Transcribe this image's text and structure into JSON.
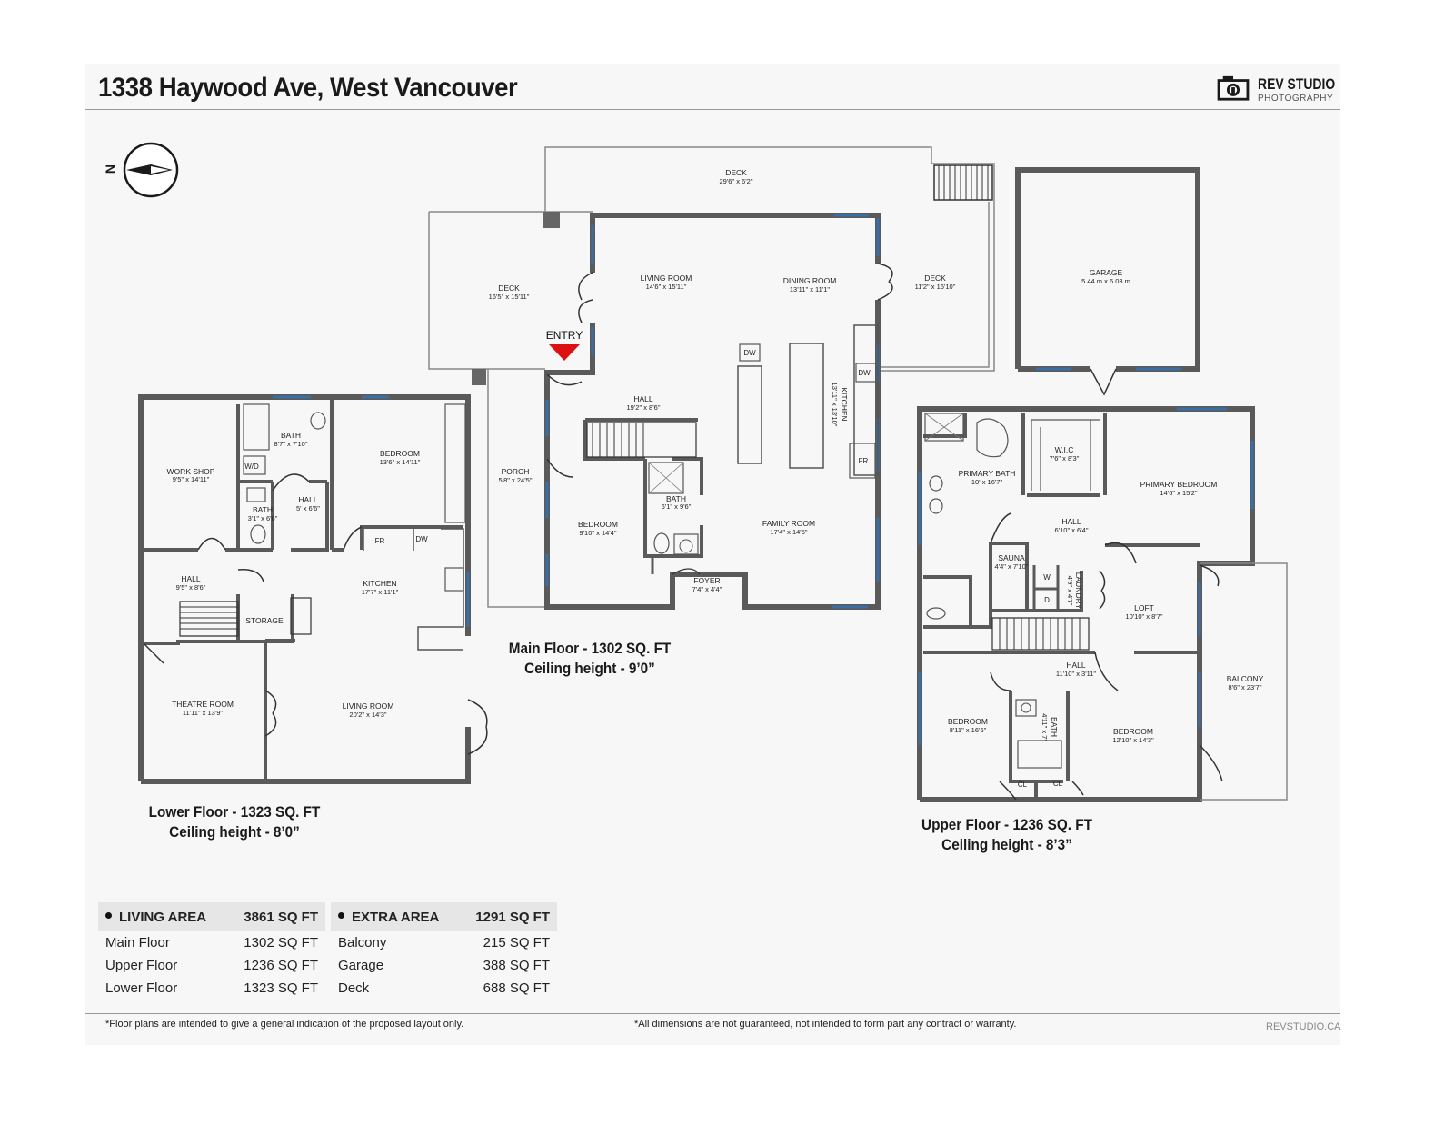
{
  "header": {
    "address": "1338 Haywood Ave, West Vancouver",
    "brand": "REV STUDIO",
    "brand_sub": "PHOTOGRAPHY"
  },
  "compass": {
    "label": "N"
  },
  "entry_label": "ENTRY",
  "floors": {
    "main": {
      "caption_area": "Main Floor - 1302 SQ. FT",
      "caption_ceiling": "Ceiling height - 9’0”",
      "rooms": [
        {
          "name": "DECK",
          "dim": "29'6\" x 6'2\""
        },
        {
          "name": "DECK",
          "dim": "16'5\" x 15'11\""
        },
        {
          "name": "LIVING ROOM",
          "dim": "14'6\" x 15'11\""
        },
        {
          "name": "DINING ROOM",
          "dim": "13'11\" x 11'1\""
        },
        {
          "name": "DECK",
          "dim": "11'2\" x 16'10\""
        },
        {
          "name": "HALL",
          "dim": "19'2\" x 8'6\""
        },
        {
          "name": "PORCH",
          "dim": "5'8\" x 24'5\""
        },
        {
          "name": "BATH",
          "dim": "6'1\" x 9'6\""
        },
        {
          "name": "BEDROOM",
          "dim": "9'10\" x 14'4\""
        },
        {
          "name": "FAMILY ROOM",
          "dim": "17'4\" x 14'5\""
        },
        {
          "name": "FOYER",
          "dim": "7'4\" x 4'4\""
        },
        {
          "name": "KITCHEN",
          "dim": "13'11\" x 13'10\""
        },
        {
          "name": "GARAGE",
          "dim": "5.44 m x 6.03 m"
        }
      ]
    },
    "lower": {
      "caption_area": "Lower Floor - 1323 SQ. FT",
      "caption_ceiling": "Ceiling height - 8’0”",
      "rooms": [
        {
          "name": "WORK SHOP",
          "dim": "9'5\" x 14'11\""
        },
        {
          "name": "BATH",
          "dim": "8'7\" x 7'10\""
        },
        {
          "name": "BEDROOM",
          "dim": "13'6\" x 14'11\""
        },
        {
          "name": "BATH",
          "dim": "3'1\" x 6'6\""
        },
        {
          "name": "HALL",
          "dim": "5' x 6'6\""
        },
        {
          "name": "HALL",
          "dim": "9'5\" x 8'6\""
        },
        {
          "name": "KITCHEN",
          "dim": "17'7\" x 11'1\""
        },
        {
          "name": "STORAGE",
          "dim": ""
        },
        {
          "name": "THEATRE ROOM",
          "dim": "11'11\" x 13'9\""
        },
        {
          "name": "LIVING ROOM",
          "dim": "20'2\" x 14'3\""
        }
      ]
    },
    "upper": {
      "caption_area": "Upper Floor - 1236  SQ. FT",
      "caption_ceiling": "Ceiling height - 8’3”",
      "rooms": [
        {
          "name": "W.I.C",
          "dim": "7'6\" x 8'3\""
        },
        {
          "name": "PRIMARY BATH",
          "dim": "10' x 16'7\""
        },
        {
          "name": "PRIMARY BEDROOM",
          "dim": "14'6\" x 15'2\""
        },
        {
          "name": "HALL",
          "dim": "6'10\" x 6'4\""
        },
        {
          "name": "SAUNA",
          "dim": "4'4\" x 7'10\""
        },
        {
          "name": "LAUNDRY",
          "dim": "4'9\" x 4'7\""
        },
        {
          "name": "LOFT",
          "dim": "10'10\" x 8'7\""
        },
        {
          "name": "HALL",
          "dim": "11'10\" x 3'11\""
        },
        {
          "name": "BALCONY",
          "dim": "8'6\" x 23'7\""
        },
        {
          "name": "BEDROOM",
          "dim": "8'11\" x 16'6\""
        },
        {
          "name": "BATH",
          "dim": "4'11\" x 7'"
        },
        {
          "name": "BEDROOM",
          "dim": "12'10\" x 14'3\""
        }
      ]
    }
  },
  "fixtures": {
    "dw": "DW",
    "fr": "FR",
    "wd": "W/D",
    "w": "W",
    "d": "D",
    "cl": "CL"
  },
  "living_area": {
    "heading": "LIVING AREA",
    "total": "3861 SQ FT",
    "rows": [
      {
        "label": "Main Floor",
        "value": "1302 SQ FT"
      },
      {
        "label": "Upper Floor",
        "value": "1236 SQ FT"
      },
      {
        "label": "Lower Floor",
        "value": "1323 SQ FT"
      }
    ]
  },
  "extra_area": {
    "heading": "EXTRA AREA",
    "total": "1291 SQ FT",
    "rows": [
      {
        "label": "Balcony",
        "value": "215 SQ FT"
      },
      {
        "label": "Garage",
        "value": "388 SQ FT"
      },
      {
        "label": "Deck",
        "value": "688 SQ FT"
      }
    ]
  },
  "footer": {
    "note_left": "*Floor plans are intended to give a general indication of the proposed layout only.",
    "note_right": "*All dimensions are not guaranteed, not intended to form part any contract or warranty.",
    "site": "REVSTUDIO.CA"
  }
}
